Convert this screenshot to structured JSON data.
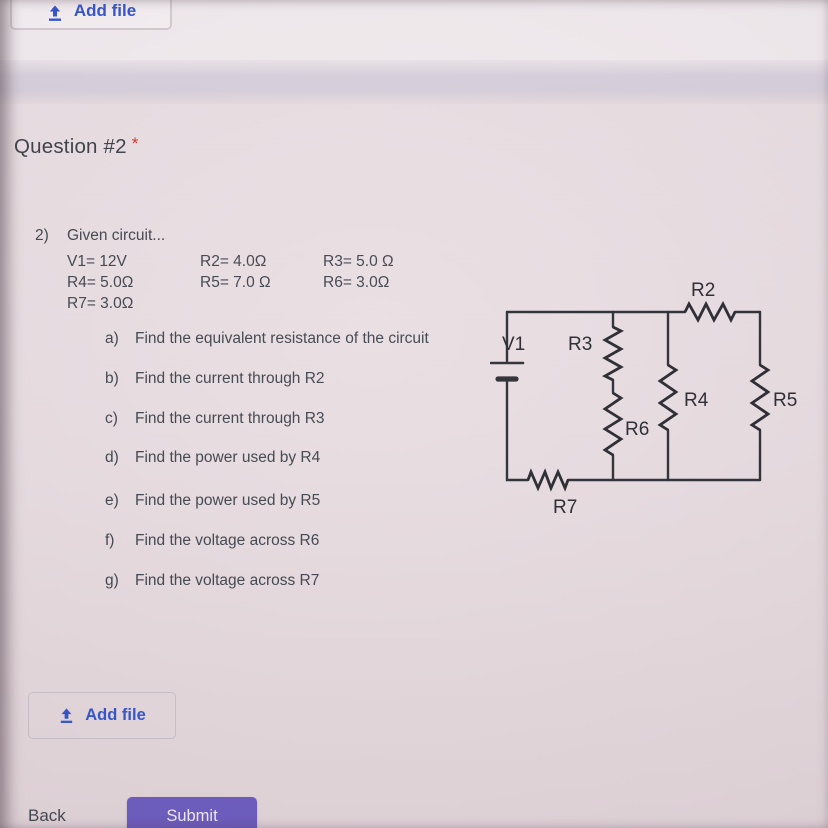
{
  "colors": {
    "accent_blue": "#2f52cc",
    "submit_purple": "#6a5abf",
    "required_red": "#d93025"
  },
  "top_toolbar": {
    "add_file_label": "Add file"
  },
  "header": {
    "title": "Question #2",
    "required_mark": "*"
  },
  "question": {
    "number": "2)",
    "intro": "Given circuit...",
    "values": [
      [
        "V1= 12V",
        "R2= 4.0Ω",
        "R3= 5.0 Ω"
      ],
      [
        "R4= 5.0Ω",
        "R5= 7.0 Ω",
        "R6= 3.0Ω"
      ],
      [
        "R7= 3.0Ω"
      ]
    ],
    "parts": [
      {
        "letter": "a)",
        "text": "Find the equivalent resistance of the circuit"
      },
      {
        "letter": "b)",
        "text": "Find the current through R2"
      },
      {
        "letter": "c)",
        "text": "Find the current through R3"
      },
      {
        "letter": "d)",
        "text": "Find the power used by R4"
      },
      {
        "letter": "e)",
        "text": "Find the power used by R5"
      },
      {
        "letter": "f)",
        "text": "Find the voltage across R6"
      },
      {
        "letter": "g)",
        "text": "Find the voltage across R7"
      }
    ]
  },
  "circuit": {
    "labels": {
      "v1": "V1",
      "r2": "R2",
      "r3": "R3",
      "r4": "R4",
      "r5": "R5",
      "r6": "R6",
      "r7": "R7"
    }
  },
  "attachment": {
    "add_file_label": "Add file"
  },
  "footer": {
    "back_label": "Back",
    "submit_label": "Submit"
  }
}
